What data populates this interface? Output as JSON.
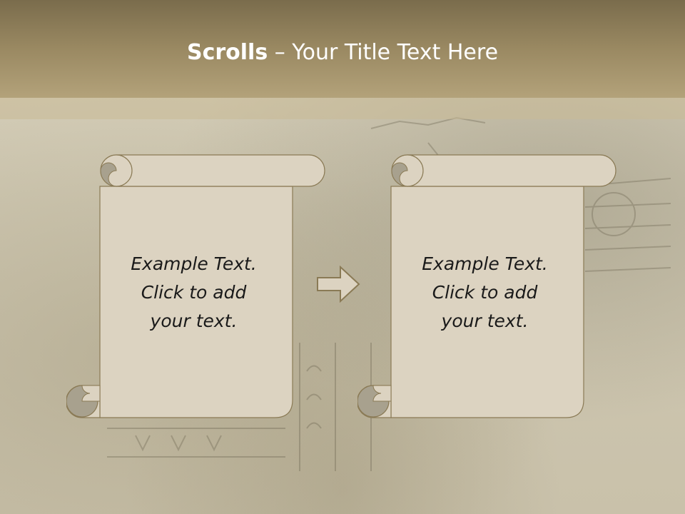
{
  "slide": {
    "title_bold": "Scrolls",
    "title_rest": " – Your Title Text Here"
  },
  "scrolls": [
    {
      "line1": "Example Text.",
      "line2": "Click  to add",
      "line3": "your text."
    },
    {
      "line1": "Example Text.",
      "line2": "Click  to add",
      "line3": "your text."
    }
  ],
  "colors": {
    "scroll_fill": "#dcd3c1",
    "scroll_stroke": "#8a7a55",
    "curl_fill": "#a8a18e",
    "title_bar": "#9a8962"
  },
  "icons": [
    "right-arrow-icon"
  ]
}
